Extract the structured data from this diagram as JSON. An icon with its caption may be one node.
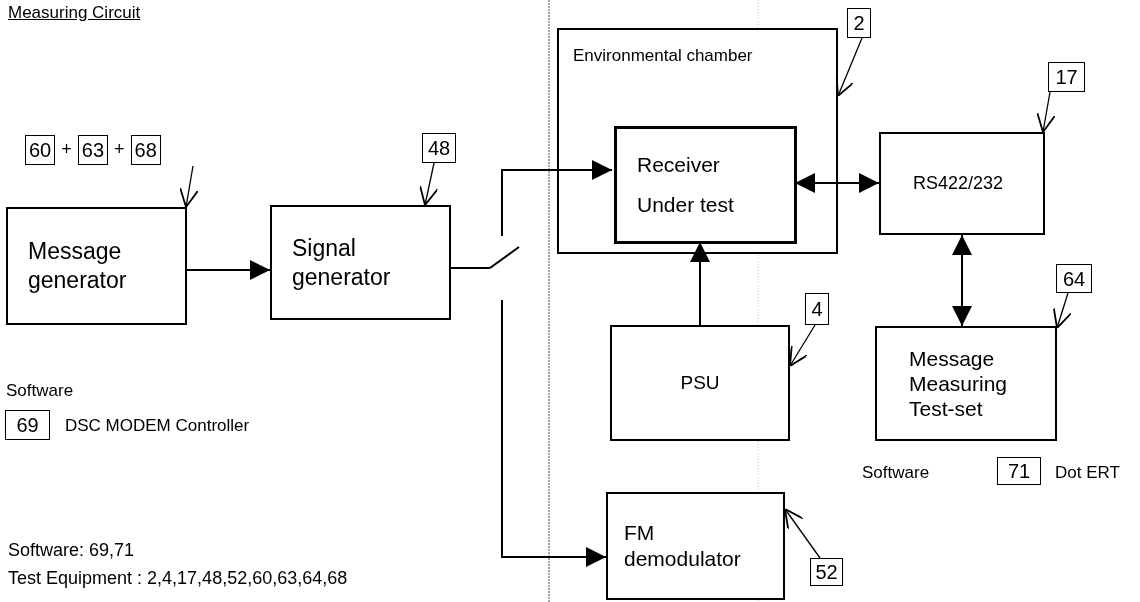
{
  "diagram": {
    "title": "Measuring Circuit",
    "nodes": [
      {
        "text": [
          "Message generator"
        ]
      },
      {
        "text": [
          "Signal generator"
        ]
      },
      {
        "text": [
          "Environmental chamber"
        ]
      },
      {
        "text": [
          "Receiver",
          "Under test"
        ],
        "in": 2
      },
      {
        "text": [
          "RS422/232"
        ]
      },
      {
        "text": [
          "PSU"
        ]
      },
      {
        "text": [
          "Message Measuring Test-set"
        ]
      },
      {
        "text": [
          "FM demodulator"
        ]
      },
      {
        "text": [
          "60",
          "+",
          "63",
          "+",
          "68"
        ]
      },
      {
        "text": [
          "48"
        ]
      },
      {
        "text": [
          "2"
        ]
      },
      {
        "text": [
          "17"
        ]
      },
      {
        "text": [
          "4"
        ]
      },
      {
        "text": [
          "64"
        ]
      },
      {
        "text": [
          "52"
        ]
      },
      {
        "text": [],
        "shape": "switch"
      },
      {
        "text": [
          "69"
        ]
      },
      {
        "text": [
          "71"
        ]
      }
    ],
    "edges": [
      {
        "from": 8,
        "to": 0,
        "arrow": "to"
      },
      {
        "from": 9,
        "to": 1,
        "arrow": "to"
      },
      {
        "from": 10,
        "to": 2,
        "arrow": "to"
      },
      {
        "from": 11,
        "to": 4,
        "arrow": "to"
      },
      {
        "from": 12,
        "to": 5,
        "arrow": "to"
      },
      {
        "from": 13,
        "to": 6,
        "arrow": "to"
      },
      {
        "from": 14,
        "to": 7,
        "arrow": "to"
      },
      {
        "from": 0,
        "to": 1,
        "arrow": "to"
      },
      {
        "from": 1,
        "to": 15,
        "arrow": "none"
      },
      {
        "from": 15,
        "to": 3,
        "arrow": "to"
      },
      {
        "from": 15,
        "to": 7,
        "arrow": "to"
      },
      {
        "from": 5,
        "to": 3,
        "arrow": "to"
      },
      {
        "from": 3,
        "to": 4,
        "arrow": "both"
      },
      {
        "from": 4,
        "to": 6,
        "arrow": "both"
      }
    ],
    "labels": [
      "Software",
      "DSC MODEM Controller",
      "Software",
      "Dot ERT",
      "Software: 69,71",
      "Test Equipment : 2,4,17,48,52,60,63,64,68"
    ]
  }
}
